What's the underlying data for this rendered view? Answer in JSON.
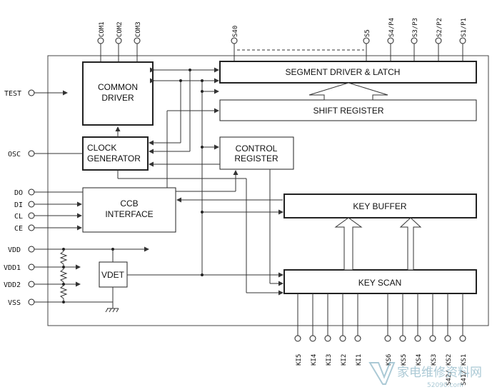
{
  "blocks": {
    "common_driver": [
      "COMMON",
      "DRIVER"
    ],
    "segment_driver": "SEGMENT DRIVER & LATCH",
    "shift_register": "SHIFT REGISTER",
    "clock_generator": [
      "CLOCK",
      "GENERATOR"
    ],
    "control_register": [
      "CONTROL",
      "REGISTER"
    ],
    "ccb_interface": [
      "CCB",
      "INTERFACE"
    ],
    "key_buffer": "KEY BUFFER",
    "key_scan": "KEY SCAN",
    "vdet": "VDET"
  },
  "pins": {
    "top": [
      "COM1",
      "COM2",
      "COM3",
      "S40",
      "S5",
      "S4/P4",
      "S3/P3",
      "S2/P2",
      "S1/P1"
    ],
    "left": [
      "TEST",
      "OSC",
      "DO",
      "DI",
      "CL",
      "CE",
      "VDD",
      "VDD1",
      "VDD2",
      "VSS"
    ],
    "bottom": [
      "KI5",
      "KI4",
      "KI3",
      "KI2",
      "KI1",
      "KS6",
      "KS5",
      "KS4",
      "KS3",
      "KS2",
      "S42/",
      "KS1",
      "S41/"
    ]
  },
  "watermark": {
    "text": "家电维修资料网",
    "url": "52090.com"
  }
}
